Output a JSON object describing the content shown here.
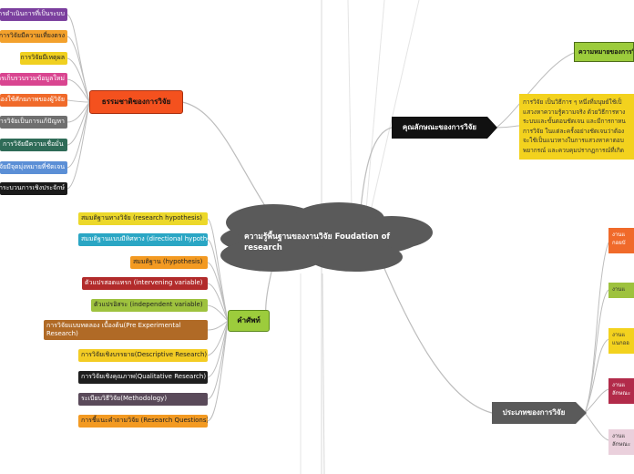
{
  "central": {
    "title": "ความรู้พื้นฐานของงานวิจัย Foudation of research",
    "color": "#5a5a5a"
  },
  "branches": {
    "nature": {
      "label": "ธรรมชาติของการวิจัย",
      "color": "#f4511e"
    },
    "terms": {
      "label": "คำศัพท์",
      "color": "#9ccc3c"
    },
    "characteristics": {
      "label": "คุณลักษณะของการวิจัย",
      "color": "#111111"
    },
    "types": {
      "label": "ประเภทของการวิจัย",
      "color": "#5a5a5a"
    }
  },
  "nature_items": [
    {
      "text": "ระบวนการดำเนินการที่เป็นระบบ",
      "color": "#7b3f9e",
      "fg": "#ffffff"
    },
    {
      "text": "การวิจัยมีความเที่ยงตรง",
      "color": "#f3a12c",
      "fg": "#222222"
    },
    {
      "text": "การวิจัยมีเหตุผล",
      "color": "#f0d020",
      "fg": "#222222"
    },
    {
      "text": "รมีการเก็บรวบรวมข้อมูลใหม่",
      "color": "#d94590",
      "fg": "#ffffff"
    },
    {
      "text": "ต้องใช้ศักยภาพของผู้วิจัย",
      "color": "#f06a2a",
      "fg": "#ffffff"
    },
    {
      "text": "การวิจัยเป็นการแก้ปัญหา",
      "color": "#6f6f6f",
      "fg": "#ffffff"
    },
    {
      "text": "การวิจัยมีความเชื่อมั่น",
      "color": "#2e6b57",
      "fg": "#ffffff"
    },
    {
      "text": "จัยมีจุดมุ่งหมายที่ชัดเจน",
      "color": "#5b8fd6",
      "fg": "#ffffff"
    },
    {
      "text": "กระบวนการเชิงประจักษ์",
      "color": "#1a1a1a",
      "fg": "#ffffff"
    }
  ],
  "term_items": [
    {
      "text": "สมมติฐานทางวิจัย (research hypothesis)",
      "color": "#ecd82a",
      "fg": "#222222"
    },
    {
      "text": "สมมติฐานแบบมีทิศทาง (directional hypothesis)",
      "color": "#2aa6c4",
      "fg": "#ffffff"
    },
    {
      "text": "สมมติฐาน (hypothesis)",
      "color": "#f39a22",
      "fg": "#222222"
    },
    {
      "text": "ตัวแปรสอดแทรก (intervening variable)",
      "color": "#b22b2b",
      "fg": "#ffffff"
    },
    {
      "text": "ตัวแปรอิสระ (independent variable)",
      "color": "#9ec23e",
      "fg": "#222222"
    },
    {
      "text": "การวิจัยแบบทดลอง เบื้องต้น(Pre Experimental Research)",
      "color": "#b06a26",
      "fg": "#ffffff"
    },
    {
      "text": "การวิจัยเชิงบรรยาย(Descriptive Research)",
      "color": "#f3cc24",
      "fg": "#222222"
    },
    {
      "text": "การวิจัยเชิงคุณภาพ(Qualitative Research)",
      "color": "#1e1e1e",
      "fg": "#ffffff"
    },
    {
      "text": "ระเบียบวิธีวิจัย(Methodology)",
      "color": "#5a4a5a",
      "fg": "#ffffff"
    },
    {
      "text": "การชี้แนะคำถามวิจัย (Research Questions)",
      "color": "#f39a22",
      "fg": "#222222"
    }
  ],
  "meaning_box": {
    "text": "ความหมายของการวิ",
    "color": "#9ccc3c"
  },
  "characteristics_text": [
    "การวิจัย เป็นวิธีการ ๆ หนึ่งที่มนุษย์ใช้เป็",
    "แสวงหาความรู้ความจริง ด้วยวิธีการทาง",
    "ระบบและขั้นตอนชัดเจน และมีการกาหน",
    "การวิจัย ในแต่ละครั้งอย่างชัดเจนว่าต้อง",
    "จะใช้เป็นแนวทางในการแสวงหาคาตอบ",
    "พยากรณ์ และควบคุมปรากฏการณ์ที่เกิด"
  ],
  "characteristics_color": "#f3d21e",
  "type_items": [
    {
      "line1": "งานแ",
      "line2": "กอยบั",
      "color": "#f06a2a"
    },
    {
      "line1": "งานแ",
      "line2": "",
      "color": "#9ec23e"
    },
    {
      "line1": "งานแ",
      "line2": "แนกออ",
      "color": "#f3d21e"
    },
    {
      "line1": "งานแ",
      "line2": "ลักษณะ",
      "color": "#b22b4a"
    },
    {
      "line1": "งานแ",
      "line2": "ลักษณะ",
      "color": "#ead0dc"
    }
  ]
}
